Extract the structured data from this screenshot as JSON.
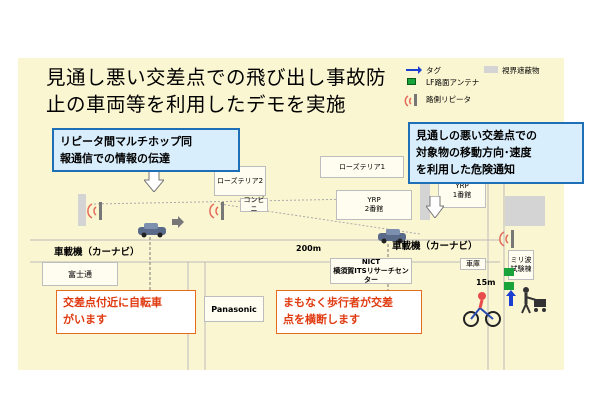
{
  "title": {
    "line1": "見通し悪い交差点での飛び出し事故防",
    "line2": "止の車両等を利用したデモを実施"
  },
  "legend": {
    "tag": "タグ",
    "obstacle": "視界遮蔽物",
    "lf_antenna": "LF路面アンテナ",
    "repeater": "路側リピータ"
  },
  "buildings": {
    "rosetteria2": "ローズテリア2",
    "rosetteria1": "ローズテリア1",
    "convenience": "コンビニ",
    "yrp2_line1": "YRP",
    "yrp2_line2": "2番館",
    "yrp1_line1": "YRP",
    "yrp1_line2": "1番館",
    "fujitsu": "富士通",
    "panasonic": "Panasonic",
    "nict_line1": "NICT",
    "nict_line2": "横須賀ITSリサーチセンター",
    "garage": "車庫",
    "millimeter_line1": "ミリ波",
    "millimeter_line2": "試験棟"
  },
  "labels": {
    "vehicle_left": "車載機（カーナビ）",
    "vehicle_right": "車載機（カーナビ）",
    "distance_200": "200m",
    "distance_15": "15m"
  },
  "callouts": {
    "multihop_line1": "リピータ間マルチホップ同",
    "multihop_line2": "報通信での情報の伝達",
    "danger_line1": "見通しの悪い交差点での",
    "danger_line2": "対象物の移動方向･速度",
    "danger_line3": "を利用した危険通知",
    "bicycle_line1": "交差点付近に自転車",
    "bicycle_line2": "がいます",
    "pedestrian_line1": "まもなく歩行者が交差",
    "pedestrian_line2": "点を横断します"
  },
  "colors": {
    "map_bg": "#fbf6d2",
    "callout_blue_border": "#1f6fb6",
    "callout_blue_fill": "#d9eefc",
    "warning_text": "#e03a10",
    "antenna_green": "#19a33b",
    "tag_blue": "#1c3fd1"
  }
}
